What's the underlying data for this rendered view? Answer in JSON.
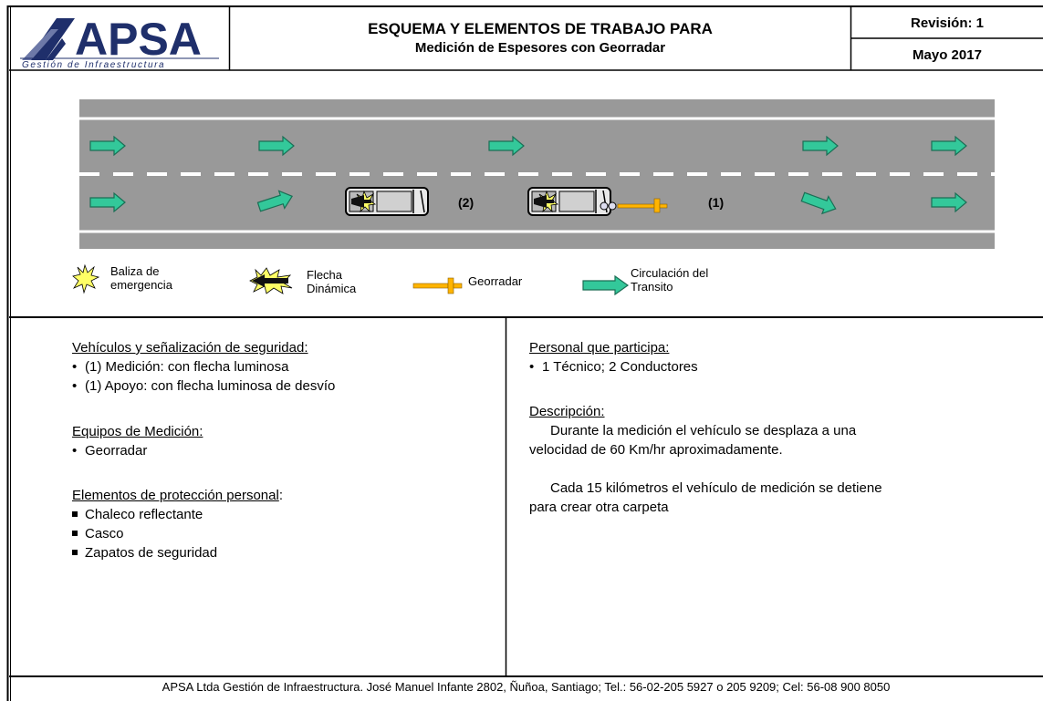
{
  "header": {
    "logo_text": "APSA",
    "logo_tagline": "Gestión de Infraestructura",
    "title_line1": "ESQUEMA Y ELEMENTOS DE TRABAJO PARA",
    "title_line2": "Medición  de Espesores con Georradar",
    "revision": "Revisión: 1",
    "date": "Mayo 2017"
  },
  "diagram": {
    "vehicle_label_2": "(2)",
    "vehicle_label_1": "(1)"
  },
  "legend": {
    "beacon_line1": "Baliza de",
    "beacon_line2": "emergencia",
    "dynamic_arrow_line1": "Flecha",
    "dynamic_arrow_line2": "Dinámica",
    "georadar": "Georradar",
    "traffic_line1": "Circulación del",
    "traffic_line2": "Transito"
  },
  "left": {
    "vehicles_heading": "Vehículos y señalización de seguridad:",
    "vehicles": [
      "(1) Medición: con flecha luminosa",
      "(1) Apoyo: con flecha luminosa de desvío"
    ],
    "equipment_heading": "Equipos de Medición:",
    "equipment": [
      "Georradar"
    ],
    "ppe_heading": "Elementos  de protección personal",
    "ppe_colon": ":",
    "ppe": [
      "Chaleco reflectante",
      "Casco",
      "Zapatos  de seguridad"
    ]
  },
  "right": {
    "personnel_heading": "Personal que participa:",
    "personnel": [
      "1 Técnico; 2 Conductores"
    ],
    "description_heading": "Descripción:",
    "description_p1_line1": "Durante la medición el vehículo se desplaza a una",
    "description_p1_line2": "velocidad de 60 Km/hr aproximadamente.",
    "description_p2_line1": "Cada 15 kilómetros  el vehículo de medición se detiene",
    "description_p2_line2": "para crear otra carpeta"
  },
  "footer": {
    "text": "APSA Ltda Gestión de Infraestructura. José Manuel Infante 2802, Ñuñoa, Santiago; Tel.:  56-02-205 5927 o 205 9209; Cel: 56-08 900 8050"
  },
  "colors": {
    "road": "#999999",
    "arrow_fill": "#33c89a",
    "arrow_stroke": "#1b6e55",
    "beacon": "#ffff66",
    "georadar": "#ffb400"
  }
}
